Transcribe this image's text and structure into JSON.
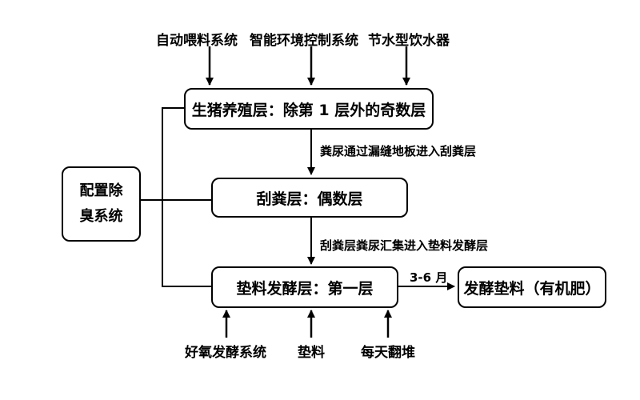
{
  "inputs_top": [
    "自动喂料系统",
    "智能环境控制系统",
    "节水型饮水器"
  ],
  "boxes": {
    "pig_layer": "生猪养殖层：除第 1 层外的奇数层",
    "scraper_layer": "刮粪层：偶数层",
    "bedding_layer": "垫料发酵层：第一层",
    "fertilizer": "发酵垫料（有机肥）",
    "odor_line1": "配置除",
    "odor_line2": "臭系统"
  },
  "edge_labels": {
    "pig_to_scraper": "粪尿通过漏缝地板进入刮粪层",
    "scraper_to_bedding": "刮粪层粪尿汇集进入垫料发酵层",
    "bedding_to_fertilizer": "3-6 月"
  },
  "inputs_bottom": [
    "好氧发酵系统",
    "垫料",
    "每天翻堆"
  ]
}
